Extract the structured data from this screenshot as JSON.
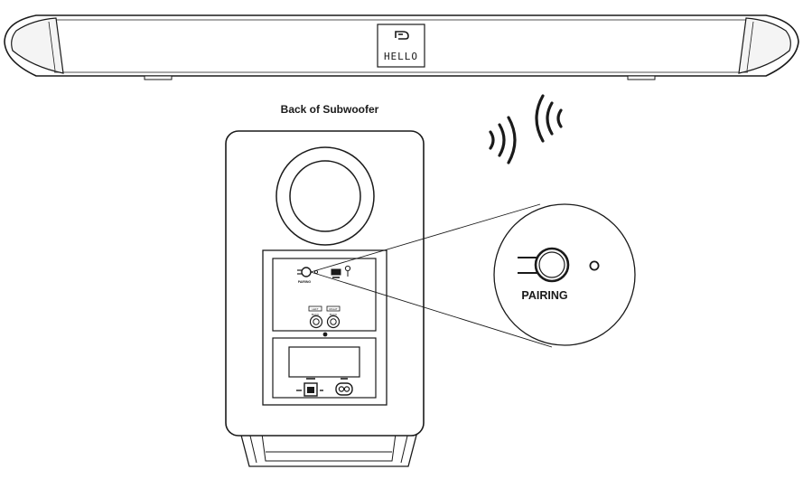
{
  "soundbar": {
    "display_text": "HELLO"
  },
  "subwoofer": {
    "caption": "Back of Subwoofer",
    "panel": {
      "pairing_small_label": "PAIRING",
      "input_left_label": "LEFT",
      "input_right_label": "RIGHT",
      "input_left_sub": "BACK",
      "input_right_sub": "BACK"
    }
  },
  "callout": {
    "label": "PAIRING"
  },
  "icons": {
    "signal_left": "wireless-signal-waves",
    "signal_right": "wireless-signal-waves",
    "display_logo": "logo-icon"
  },
  "colors": {
    "line": "#1a1a1a",
    "fill": "#ffffff",
    "light_fill": "#f4f4f4"
  }
}
